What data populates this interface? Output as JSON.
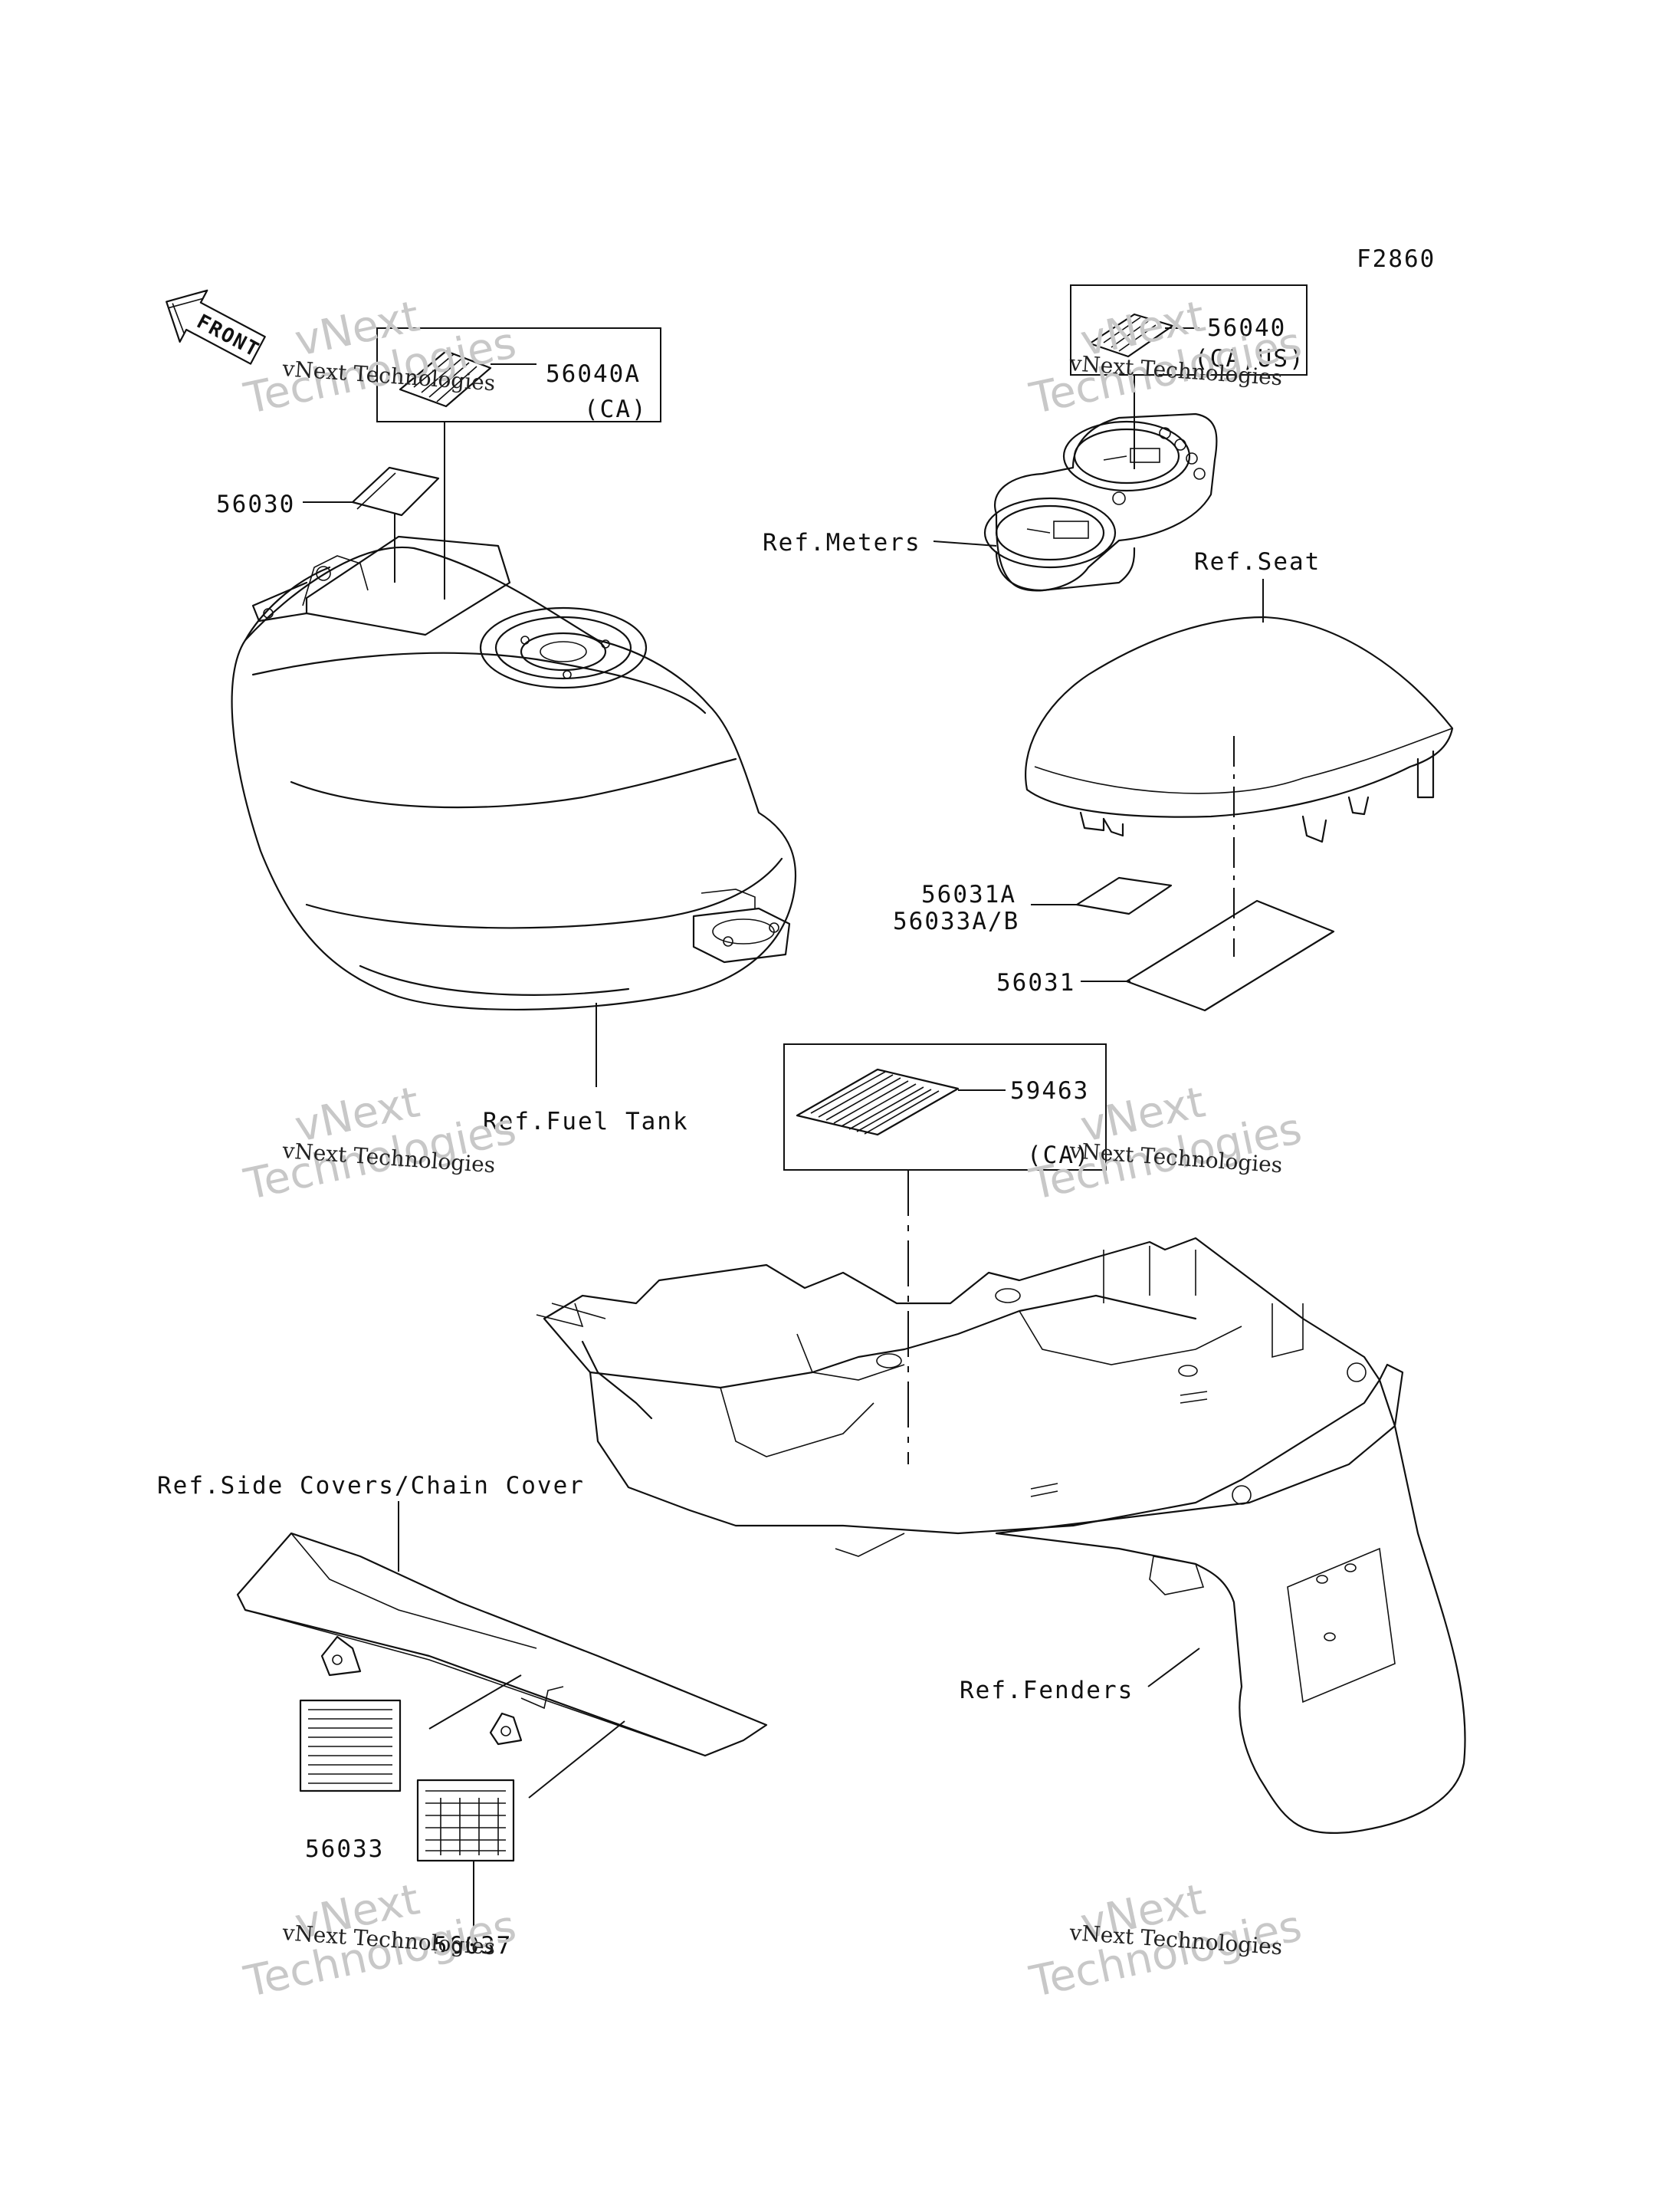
{
  "diagram_code": "F2860",
  "front_arrow_label": "FRONT",
  "watermark": {
    "line1": "vNext",
    "line2": "Technologies",
    "caption": "vNext Technologies"
  },
  "callouts": {
    "p56040A": "56040A",
    "p56040A_note": "(CA)",
    "p56030": "56030",
    "p56040": "56040",
    "p56040_note": "(CA,US)",
    "ref_meters": "Ref.Meters",
    "ref_seat": "Ref.Seat",
    "p56031A": "56031A",
    "p56033AB": "56033A/B",
    "p56031": "56031",
    "ref_fuel_tank": "Ref.Fuel Tank",
    "p59463": "59463",
    "p59463_note": "(CA)",
    "ref_side_covers": "Ref.Side Covers/Chain Cover",
    "ref_fenders": "Ref.Fenders",
    "p56033": "56033",
    "p56037": "56037"
  }
}
